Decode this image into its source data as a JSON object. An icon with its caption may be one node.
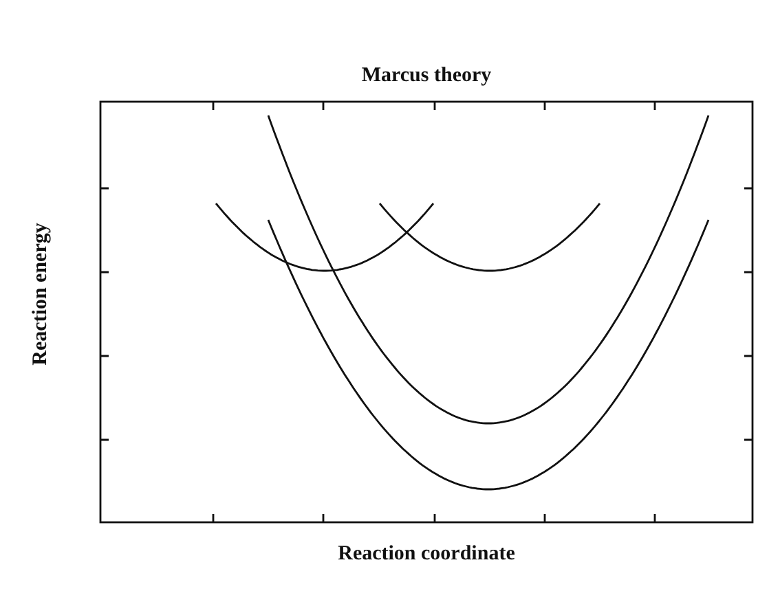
{
  "diagram": {
    "title": "Marcus theory",
    "labels": [
      "Reaction energy",
      "Reaction coordinate"
    ]
  }
}
